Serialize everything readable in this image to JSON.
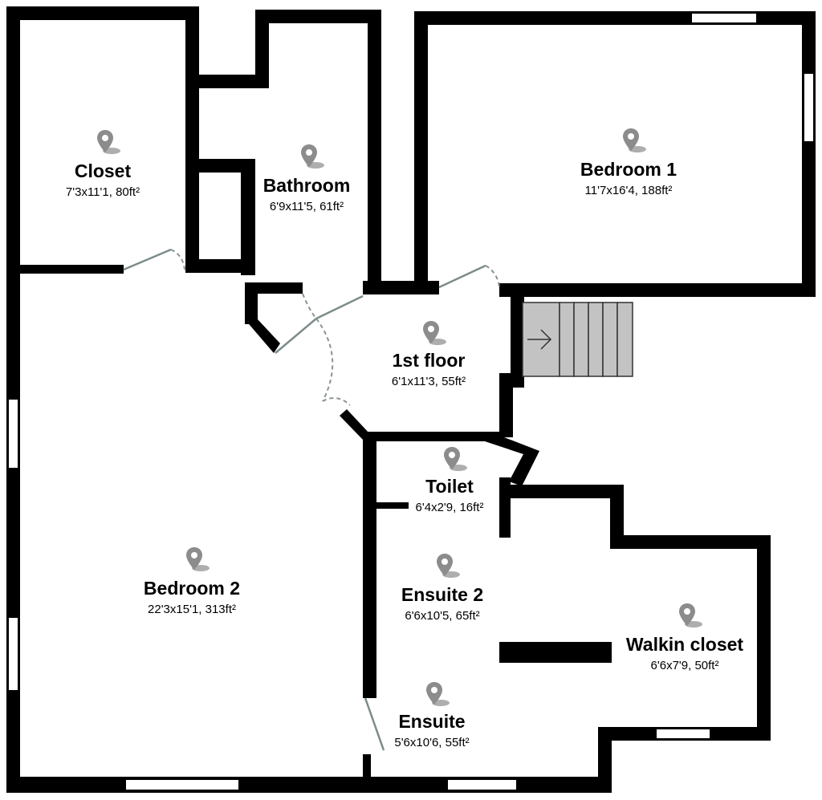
{
  "rooms": [
    {
      "id": "closet",
      "name": "Closet",
      "dims": "7'3x11'1, 80ft²",
      "icon": "location-pin-icon"
    },
    {
      "id": "bathroom",
      "name": "Bathroom",
      "dims": "6'9x11'5, 61ft²",
      "icon": "location-pin-icon"
    },
    {
      "id": "bedroom1",
      "name": "Bedroom 1",
      "dims": "11'7x16'4, 188ft²",
      "icon": "location-pin-icon"
    },
    {
      "id": "firstfloor",
      "name": "1st floor",
      "dims": "6'1x11'3, 55ft²",
      "icon": "location-pin-icon"
    },
    {
      "id": "toilet",
      "name": "Toilet",
      "dims": "6'4x2'9, 16ft²",
      "icon": "location-pin-icon"
    },
    {
      "id": "ensuite2",
      "name": "Ensuite 2",
      "dims": "6'6x10'5, 65ft²",
      "icon": "location-pin-icon"
    },
    {
      "id": "walkin",
      "name": "Walkin closet",
      "dims": "6'6x7'9, 50ft²",
      "icon": "location-pin-icon"
    },
    {
      "id": "bedroom2",
      "name": "Bedroom 2",
      "dims": "22'3x15'1, 313ft²",
      "icon": "location-pin-icon"
    },
    {
      "id": "ensuite",
      "name": "Ensuite",
      "dims": "5'6x10'6, 55ft²",
      "icon": "location-pin-icon"
    }
  ],
  "colors": {
    "wall": "#000000",
    "door": "#7d8b8b",
    "stairs": "#c3c3c3",
    "pin": "#8c8c8c"
  },
  "stairs": {
    "icon": "arrow-right-icon"
  }
}
